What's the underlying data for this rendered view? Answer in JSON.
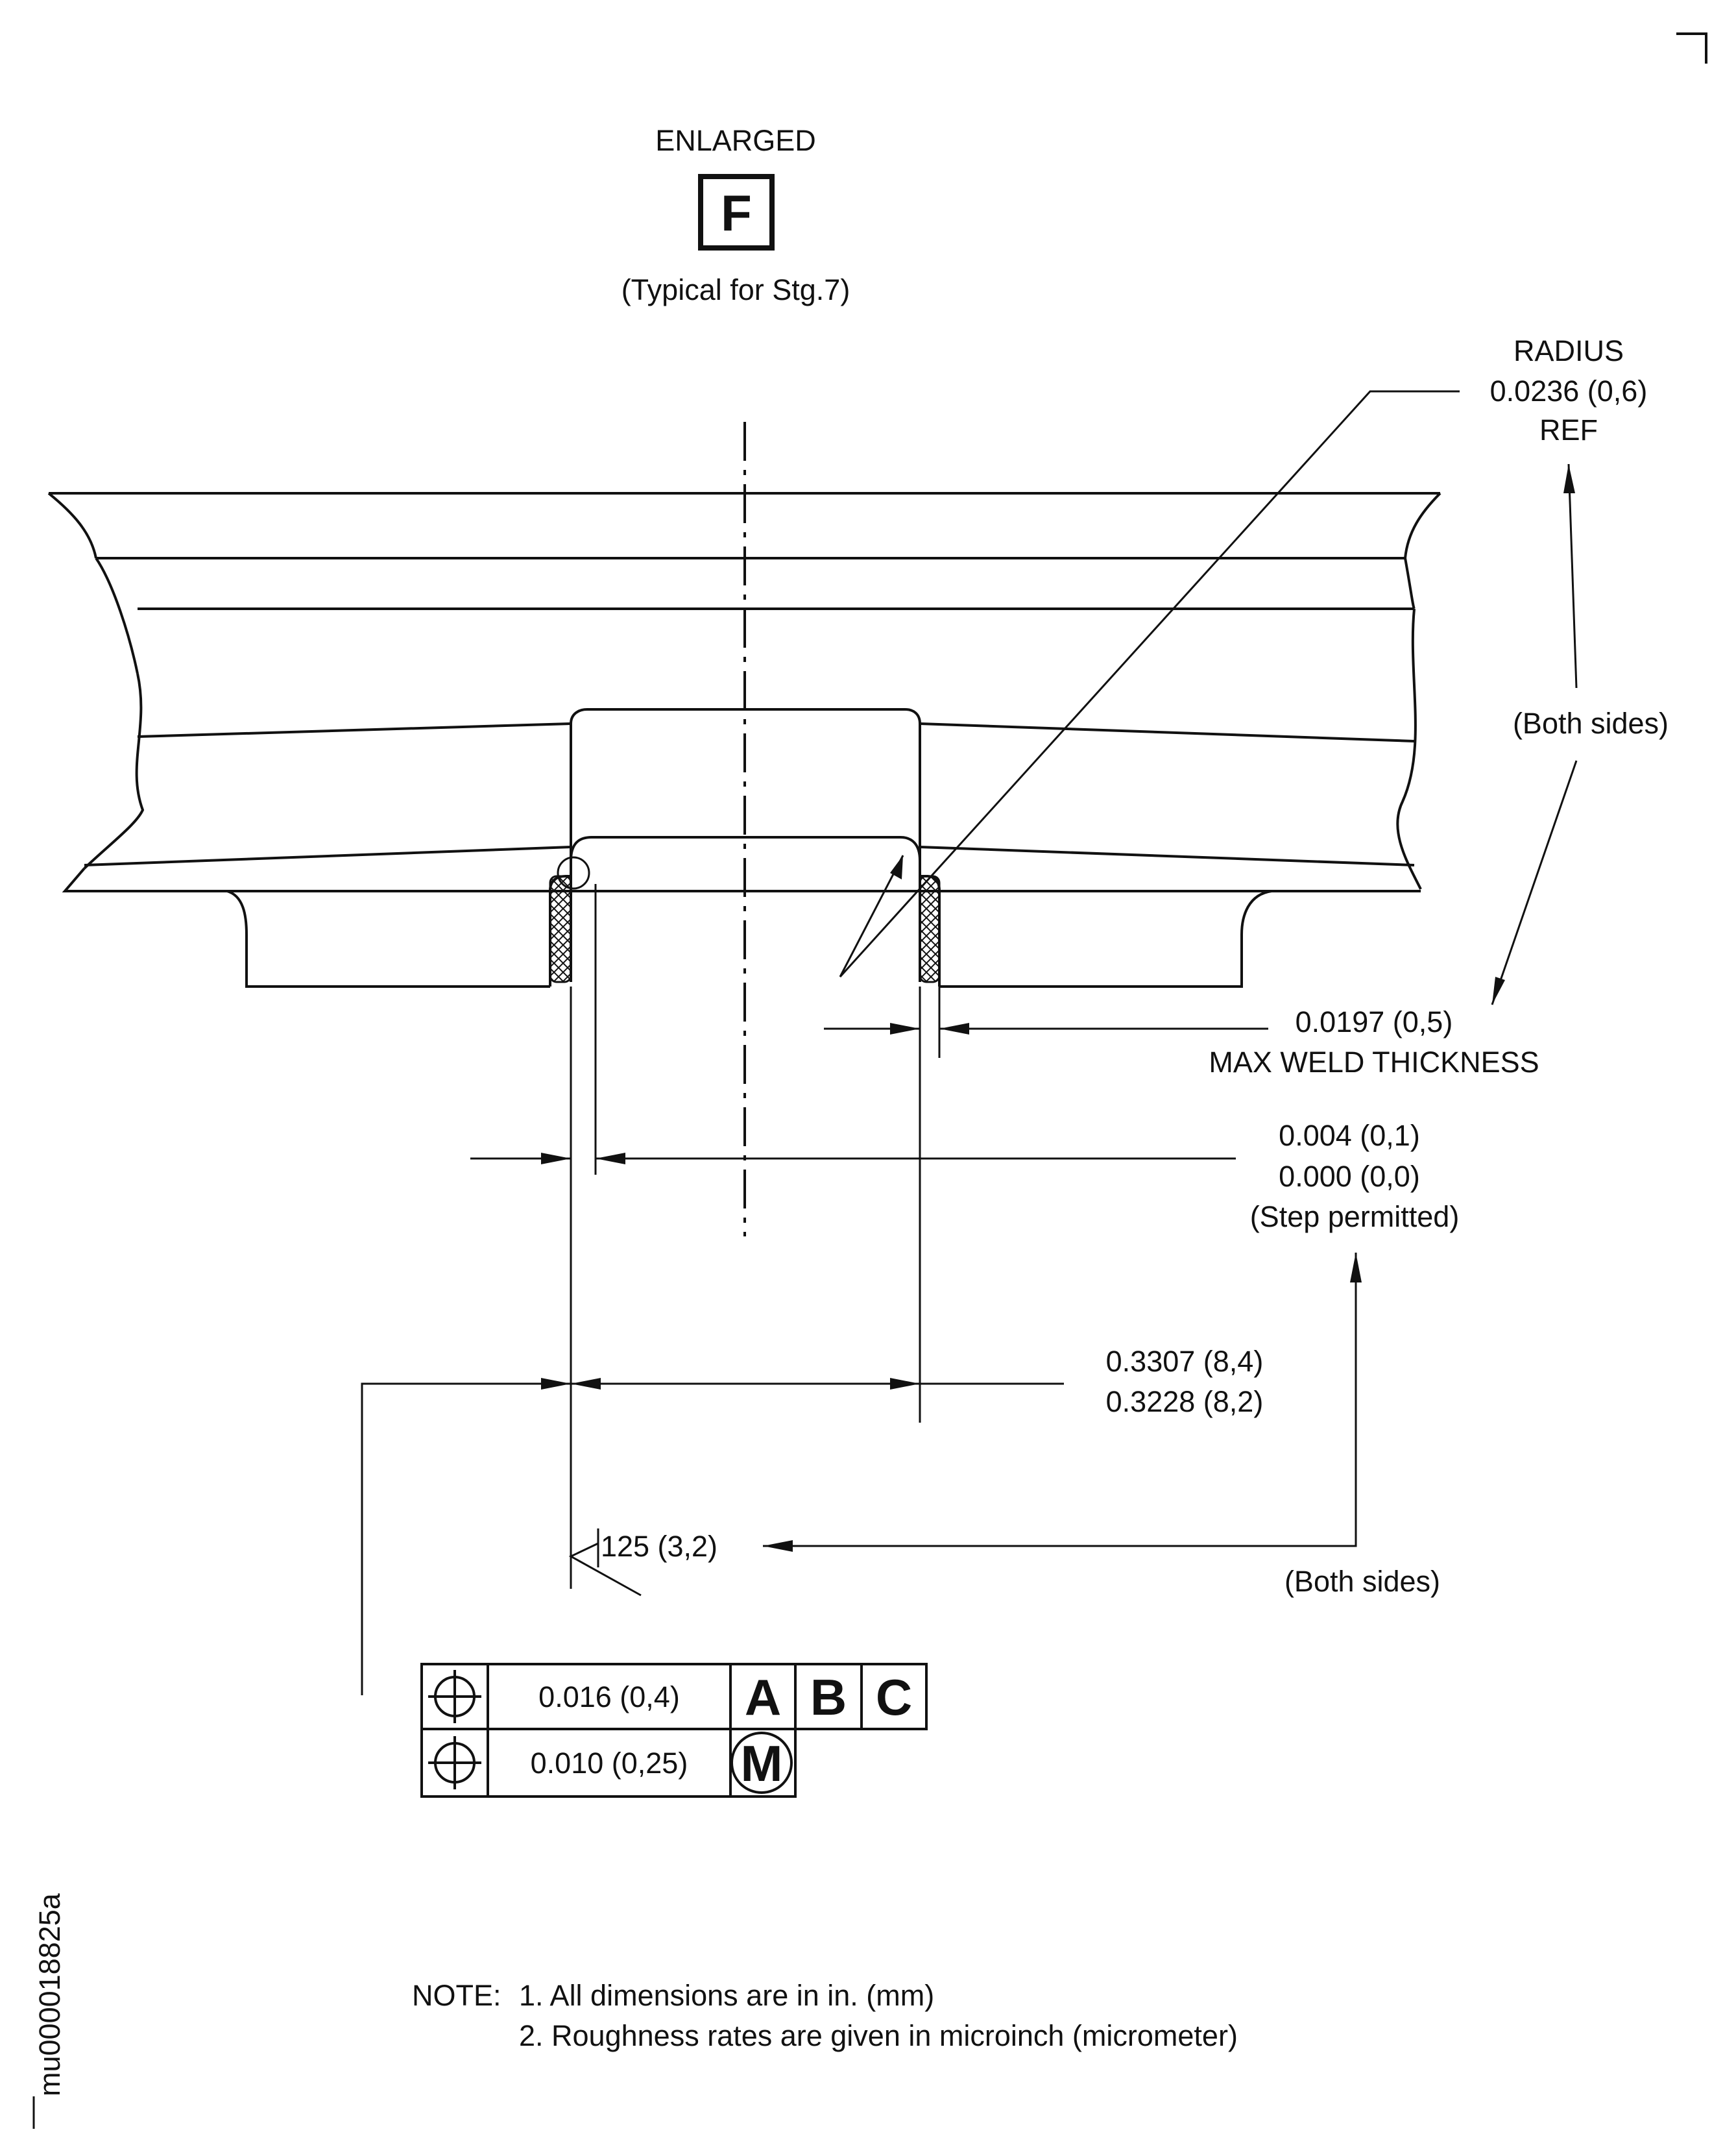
{
  "view": {
    "title": "ENLARGED",
    "letter": "F",
    "subtitle": "(Typical for Stg.7)"
  },
  "callouts": {
    "radius_line1": "RADIUS",
    "radius_line2": "0.0236 (0,6)",
    "radius_line3": "REF",
    "both_sides_upper": "(Both sides)",
    "weld_value": "0.0197 (0,5)",
    "weld_label": "MAX WELD THICKNESS",
    "step_line1": "0.004 (0,1)",
    "step_line2": "0.000 (0,0)",
    "step_line3": "(Step permitted)",
    "width_line1": "0.3307 (8,4)",
    "width_line2": "0.3228 (8,2)",
    "roughness": "125 (3,2)",
    "both_sides_lower": "(Both sides)"
  },
  "feature_control_frame": {
    "row1": {
      "symbol": "position-icon",
      "tolerance": "0.016 (0,4)",
      "datums": [
        "A",
        "B",
        "C"
      ]
    },
    "row2": {
      "symbol": "position-icon",
      "tolerance": "0.010 (0,25)",
      "modifier": "M"
    }
  },
  "notes": {
    "heading": "NOTE:",
    "items": [
      "1. All dimensions are in in. (mm)",
      "2. Roughness rates are given in microinch (micrometer)"
    ]
  },
  "figure_id": "mu000018825a"
}
